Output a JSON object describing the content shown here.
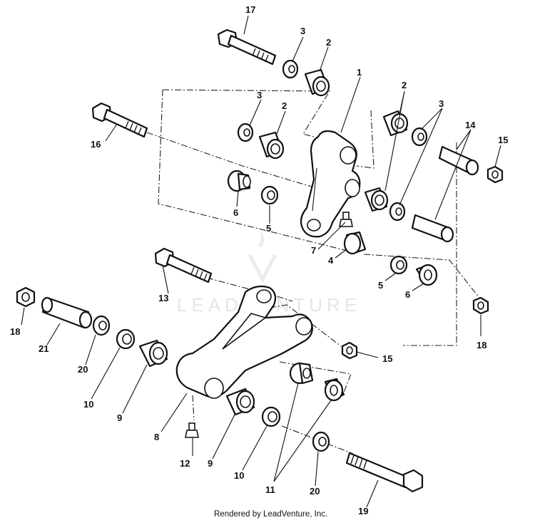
{
  "watermark": "LEADVENTURE",
  "footer": "Rendered by LeadVenture, Inc.",
  "callouts": {
    "c1": "1",
    "c2a": "2",
    "c2b": "2",
    "c2c": "2",
    "c3a": "3",
    "c3b": "3",
    "c3c": "3",
    "c4": "4",
    "c5a": "5",
    "c5b": "5",
    "c6a": "6",
    "c6b": "6",
    "c7": "7",
    "c8": "8",
    "c9a": "9",
    "c9b": "9",
    "c10a": "10",
    "c10b": "10",
    "c11": "11",
    "c12": "12",
    "c13": "13",
    "c14": "14",
    "c15a": "15",
    "c15b": "15",
    "c16": "16",
    "c17": "17",
    "c18a": "18",
    "c18b": "18",
    "c19": "19",
    "c20a": "20",
    "c20b": "20",
    "c21": "21"
  }
}
